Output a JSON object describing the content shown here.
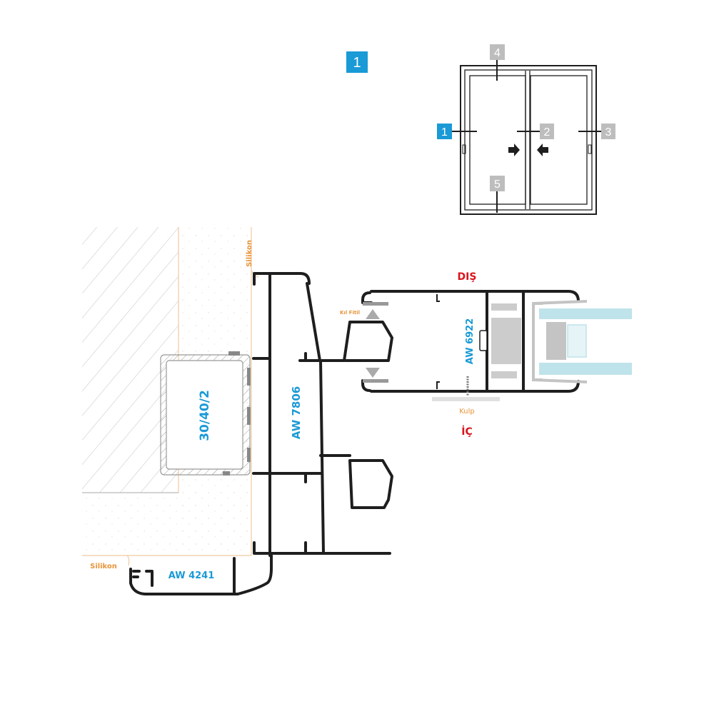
{
  "detail_badge": "1",
  "key_plan": {
    "labels": {
      "top": "4",
      "left": "1",
      "middle": "2",
      "right": "3",
      "bottom": "5"
    },
    "active_color": "#1a9ad6",
    "inactive_color": "#bdbdbd"
  },
  "section": {
    "outside_label": "DIŞ",
    "inside_label": "İÇ",
    "brush_label": "Kıl Fitil",
    "handle_label": "Kulp",
    "sash_profile": "AW 6922",
    "frame_profile": "AW 7806",
    "steel_tube": "30/40/2",
    "sill_profile": "AW 4241",
    "silicone_top": "Silikon",
    "silicone_bottom": "Silikon"
  },
  "colors": {
    "profile_blue": "#1a9ad6",
    "annotation_orange": "#e8943a",
    "side_red": "#d8141c",
    "glass": "#bfe3ea"
  }
}
